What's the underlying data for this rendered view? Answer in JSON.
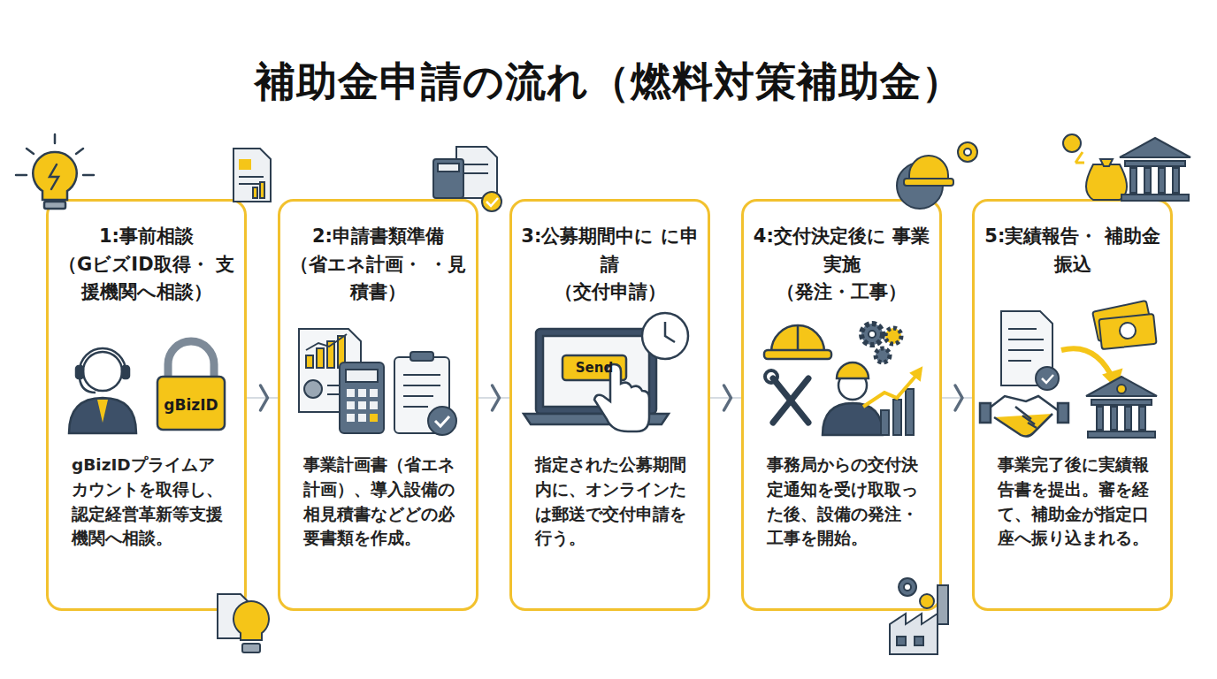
{
  "diagram": {
    "title": "補助金申請の流れ（燃料対策補助金）",
    "nodes": [
      {
        "text": [
          "1:事前相談",
          "（GビズID取得・ 支援機関へ相談）",
          "gBizIDプライムアカウントを取得し、認定経営革新等支援機関へ相談。"
        ]
      },
      {
        "text": [
          "2:申請書類準備",
          "（省エネ計画・ ・見積書）",
          "事業計画書（省エネ計画）、導入設備の相見積書などどの必要書類を作成。"
        ]
      },
      {
        "text": [
          "3:公募期間中に に申請",
          "（交付申請）",
          "指定された公募期間内に、オンラインたは郵送で交付申請を行う。"
        ]
      },
      {
        "text": [
          "4:交付決定後に 事業実施",
          "（発注・工事）",
          "事務局からの交付決定通知を受け取取った後、設備の発注・工事を開始。"
        ]
      },
      {
        "text": [
          "5:実績報告・ 補助金振込",
          "事業完了後に実績報告書を提出。審を経て、補助金が指定口座へ振り込まれる。"
        ]
      }
    ],
    "edges": [
      {
        "from": 0,
        "to": 1,
        "arrow": "to"
      },
      {
        "from": 1,
        "to": 2,
        "arrow": "to"
      },
      {
        "from": 2,
        "to": 3,
        "arrow": "to"
      },
      {
        "from": 3,
        "to": 4,
        "arrow": "to"
      }
    ],
    "labels": [
      "gBizID",
      "Send"
    ]
  }
}
